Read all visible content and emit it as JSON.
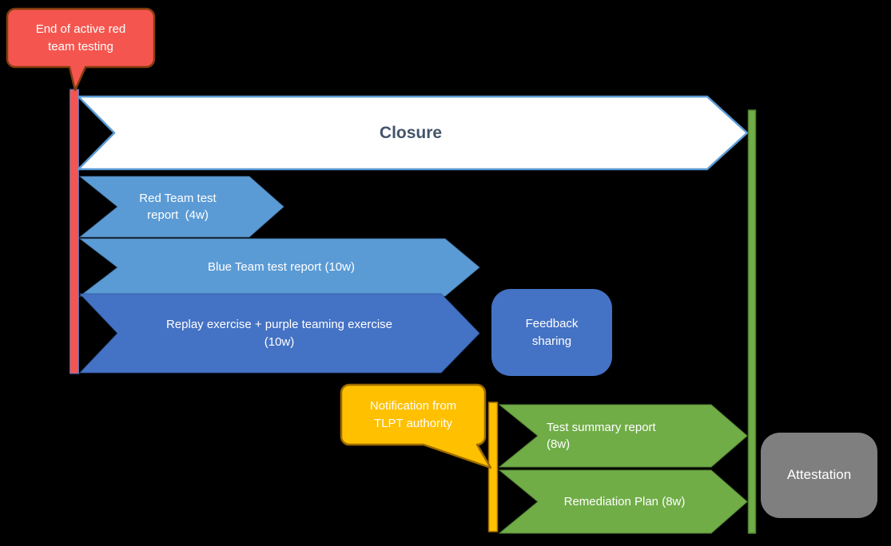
{
  "diagram": {
    "background": "#000000",
    "callouts": {
      "end_red_team": {
        "line1": "End of active red",
        "line2": "team testing",
        "fill": "#F4564F",
        "border": "#843C0C",
        "text_color": "#FFFFFF"
      },
      "tlpt_notification": {
        "line1": "Notification from",
        "line2": "TLPT authority",
        "fill": "#FFC000",
        "border": "#9C6B00",
        "text_color": "#FFFFFF"
      }
    },
    "milestone_lines": {
      "red_line_color": "#F4564F",
      "yellow_line_color": "#FFC000",
      "green_line_color": "#70AD47"
    },
    "phases": {
      "closure": {
        "label": "Closure",
        "fill": "#FFFFFF",
        "border": "#5B9BD5",
        "text_color": "#44546A"
      },
      "red_team_report": {
        "line1": "Red Team test",
        "line2": "report  (4w)",
        "fill": "#5B9BD5"
      },
      "blue_team_report": {
        "label": "Blue Team test report (10w)",
        "fill": "#5B9BD5"
      },
      "replay_exercise": {
        "line1": "Replay exercise + purple teaming exercise",
        "line2": "(10w)",
        "fill": "#4472C4"
      },
      "feedback_sharing": {
        "line1": "Feedback",
        "line2": "sharing",
        "fill": "#4472C4"
      },
      "test_summary_report": {
        "line1": "Test summary report",
        "line2": "(8w)",
        "fill": "#70AD47"
      },
      "remediation_plan": {
        "label": "Remediation Plan (8w)",
        "fill": "#70AD47"
      },
      "attestation": {
        "label": "Attestation",
        "fill": "#7F7F7F"
      }
    }
  }
}
